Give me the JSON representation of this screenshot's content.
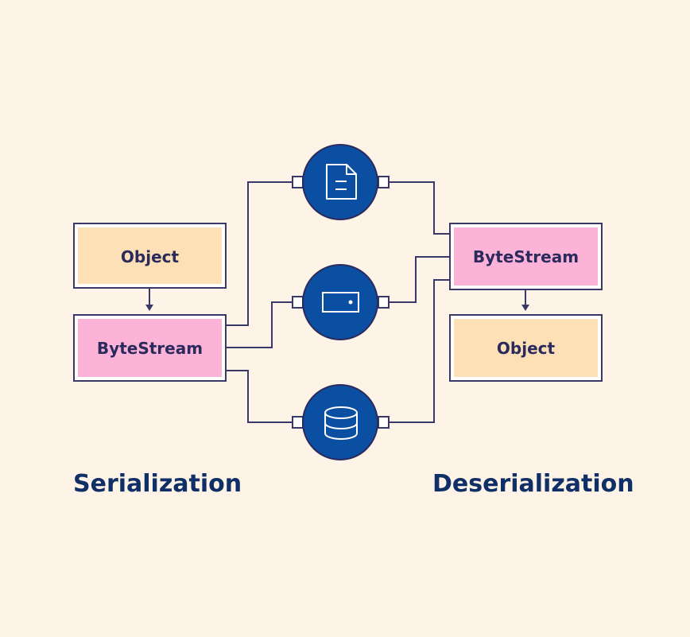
{
  "colors": {
    "background": "#fdf3e7",
    "line": "#3a3868",
    "object_fill": "#fde0b6",
    "bytestream_fill": "#fdb3d8",
    "circle_fill": "#0b4fa3",
    "title_text": "#0f2f66",
    "box_text": "#2b2a5c"
  },
  "serialization": {
    "title": "Serialization",
    "object_label": "Object",
    "bytestream_label": "ByteStream"
  },
  "deserialization": {
    "title": "Deserialization",
    "bytestream_label": "ByteStream",
    "object_label": "Object"
  },
  "storage_nodes": [
    {
      "icon": "file-icon"
    },
    {
      "icon": "memory-icon"
    },
    {
      "icon": "database-icon"
    }
  ]
}
